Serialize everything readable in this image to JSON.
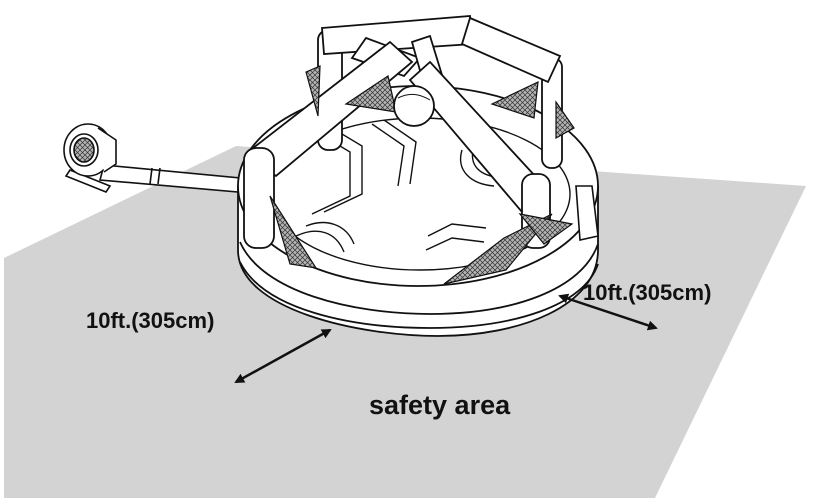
{
  "labels": {
    "left_dimension": "10ft.(305cm)",
    "right_dimension": "10ft.(305cm)",
    "area": "safety area"
  },
  "colors": {
    "ground": "#d3d3d3",
    "line": "#111111",
    "fill": "#ffffff",
    "net": "#8a8a8a"
  }
}
